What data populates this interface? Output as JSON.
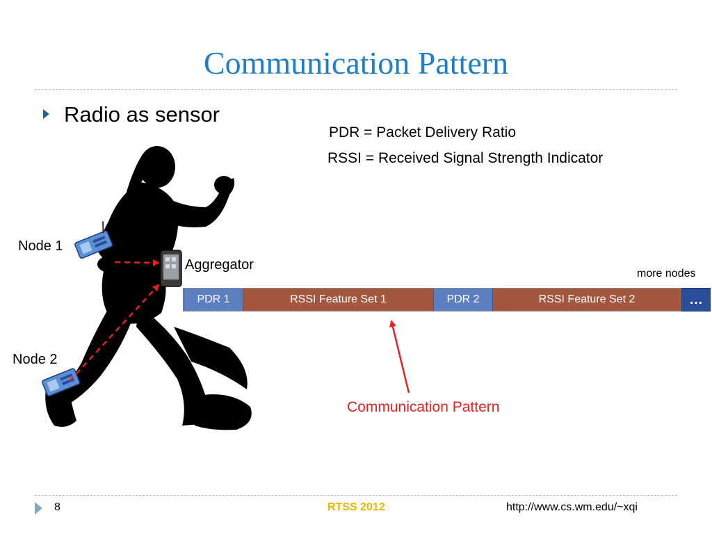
{
  "title": "Communication Pattern",
  "bullet": "Radio as sensor",
  "definitions": {
    "pdr": "PDR = Packet Delivery Ratio",
    "rssi": "RSSI = Received Signal Strength Indicator"
  },
  "labels": {
    "node1": "Node 1",
    "node2": "Node 2",
    "aggregator": "Aggregator",
    "more_nodes": "more nodes",
    "communication_pattern": "Communication Pattern"
  },
  "packet": {
    "segments": [
      {
        "label": "PDR 1",
        "kind": "pdr"
      },
      {
        "label": "RSSI Feature Set 1",
        "kind": "rssi"
      },
      {
        "label": "PDR 2",
        "kind": "pdr"
      },
      {
        "label": "RSSI Feature Set 2",
        "kind": "rssi"
      }
    ],
    "more": "…"
  },
  "footer": {
    "page_number": "8",
    "conference": "RTSS 2012",
    "url": "http://www.cs.wm.edu/~xqi"
  },
  "colors": {
    "title": "#1f7fc4",
    "pdr_segment": "#5b7fc0",
    "rssi_segment": "#a3573f",
    "more_segment": "#2a4e9a",
    "highlight": "#e8201f",
    "conference": "#e8b800"
  },
  "icons": {
    "runner": "runner-silhouette-icon",
    "sensor_node": "sensor-node-icon",
    "phone": "smartphone-icon"
  }
}
